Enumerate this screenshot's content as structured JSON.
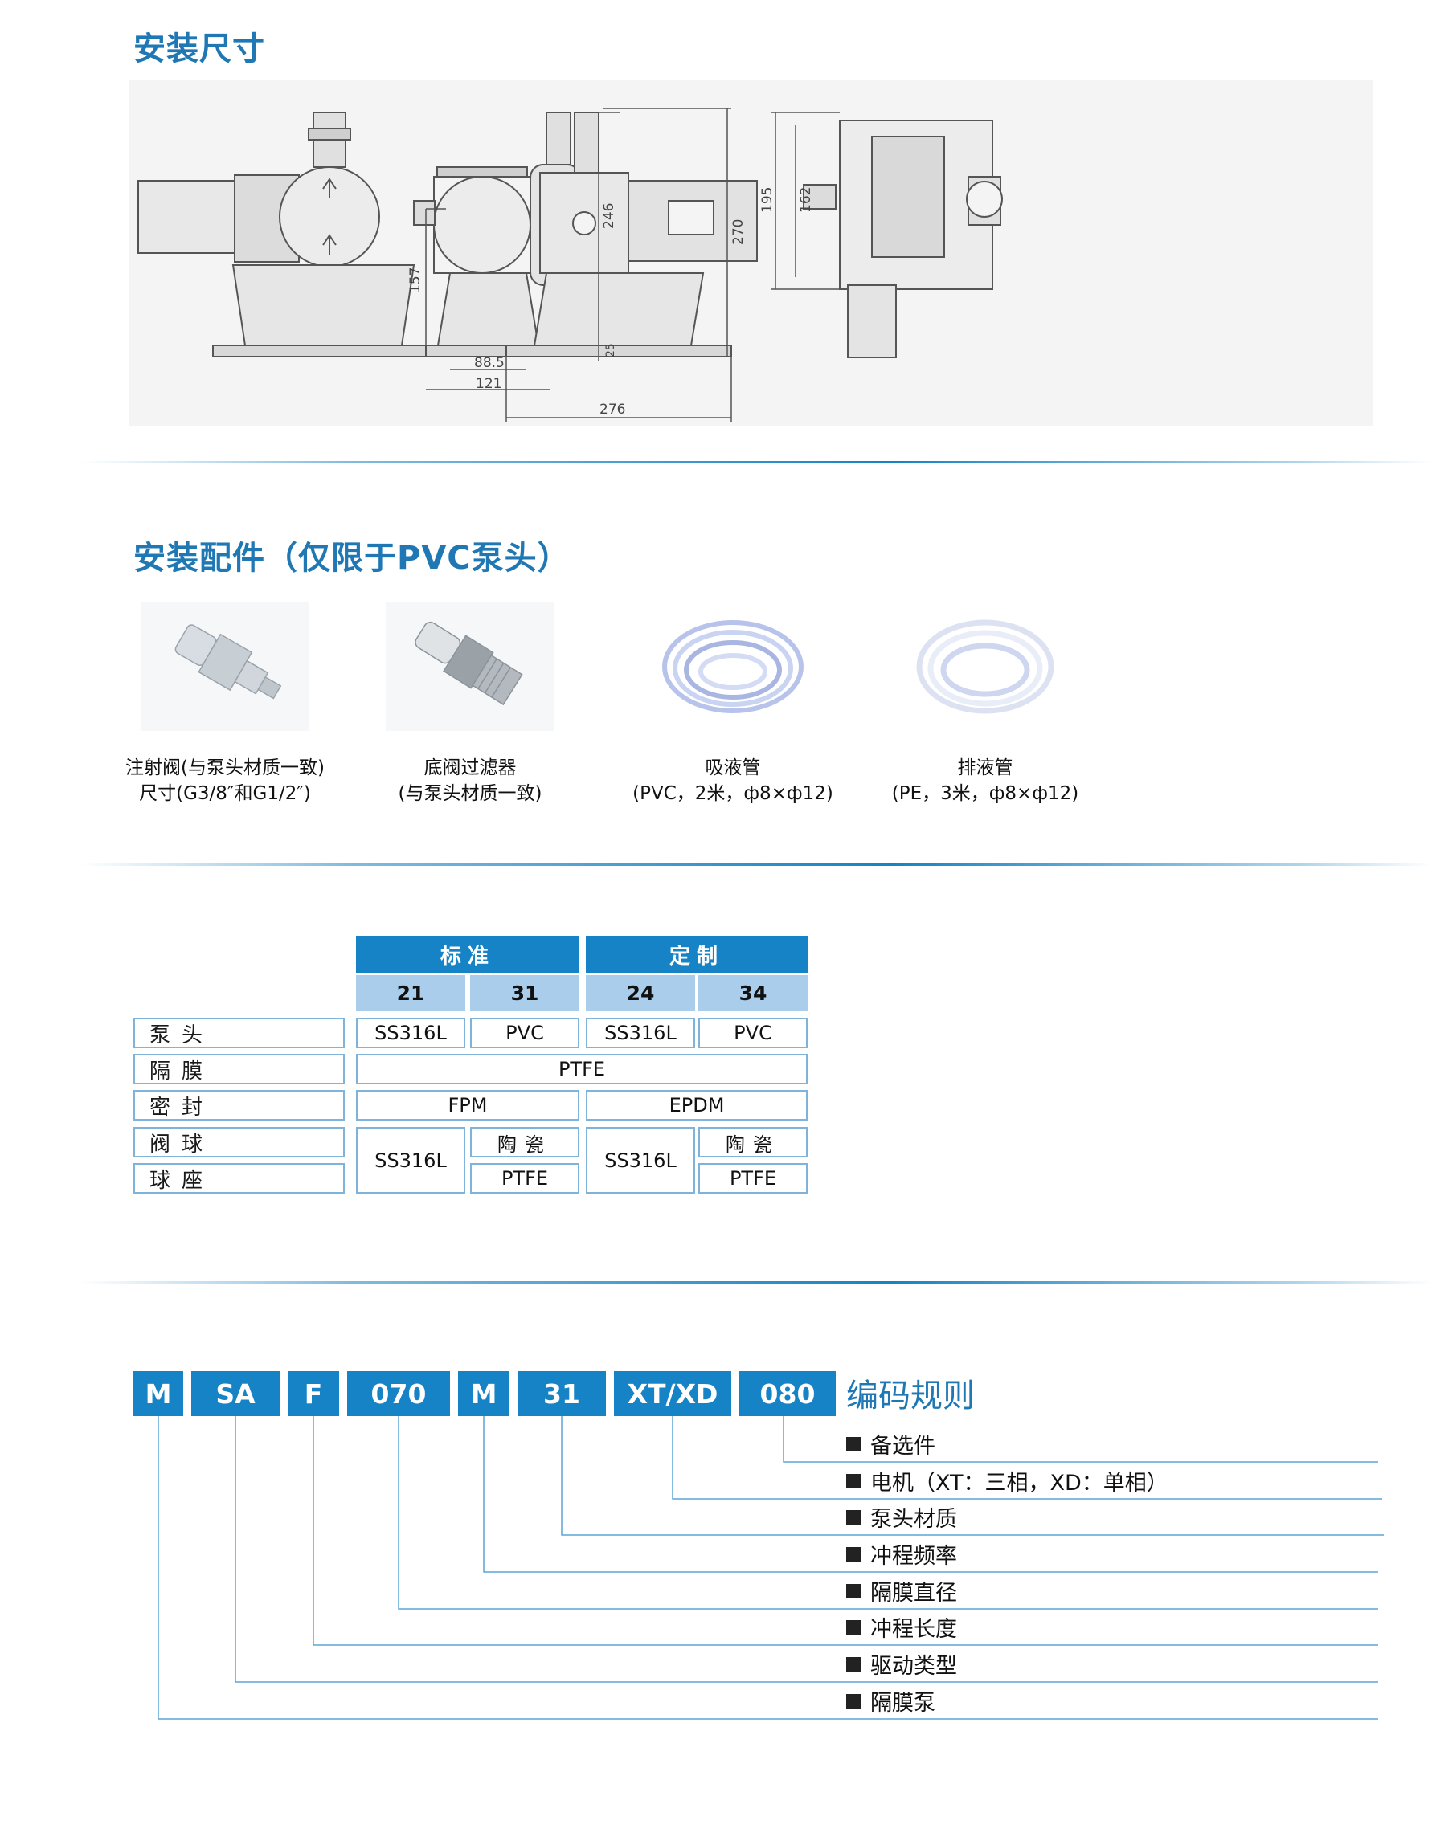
{
  "sections": {
    "install_size_title": "安装尺寸",
    "accessories_title": "安装配件（仅限于PVC泵头）"
  },
  "dimensions": {
    "d246": "246",
    "d157": "157",
    "d25": "25",
    "d88_5": "88.5",
    "d121": "121",
    "d270": "270",
    "d276": "276",
    "d195": "195",
    "d162": "162"
  },
  "accessories": [
    {
      "name": "注射阀(与泵头材质一致)",
      "spec": "尺寸(G3/8″和G1/2″)"
    },
    {
      "name": "底阀过滤器",
      "spec": "(与泵头材质一致)"
    },
    {
      "name": "吸液管",
      "spec": "(PVC，2米，ф8×ф12)"
    },
    {
      "name": "排液管",
      "spec": "(PE，3米，ф8×ф12)"
    }
  ],
  "material_table": {
    "group_standard": "标准",
    "group_custom": "定制",
    "codes": [
      "21",
      "31",
      "24",
      "34"
    ],
    "rows": [
      "泵头",
      "隔膜",
      "密封",
      "阀球",
      "球座"
    ],
    "pump_head": [
      "SS316L",
      "PVC",
      "SS316L",
      "PVC"
    ],
    "diaphragm": "PTFE",
    "seal_standard": "FPM",
    "seal_custom": "EPDM",
    "ball_seat_metal_std": "SS316L",
    "ball_seat_metal_custom": "SS316L",
    "ball_ceramic_std": "陶瓷",
    "ball_ceramic_custom": "陶瓷",
    "seat_ptfe_std": "PTFE",
    "seat_ptfe_custom": "PTFE"
  },
  "coding_rule": {
    "title": "编码规则",
    "codes": [
      "M",
      "SA",
      "F",
      "070",
      "M",
      "31",
      "XT/XD",
      "080"
    ],
    "legend": [
      "备选件",
      "电机（XT：三相，XD：单相）",
      "泵头材质",
      "冲程频率",
      "隔膜直径",
      "冲程长度",
      "驱动类型",
      "隔膜泵"
    ]
  },
  "colors": {
    "accent": "#1583c5",
    "header_sub": "#a9cdea",
    "title": "#1f78b4"
  }
}
